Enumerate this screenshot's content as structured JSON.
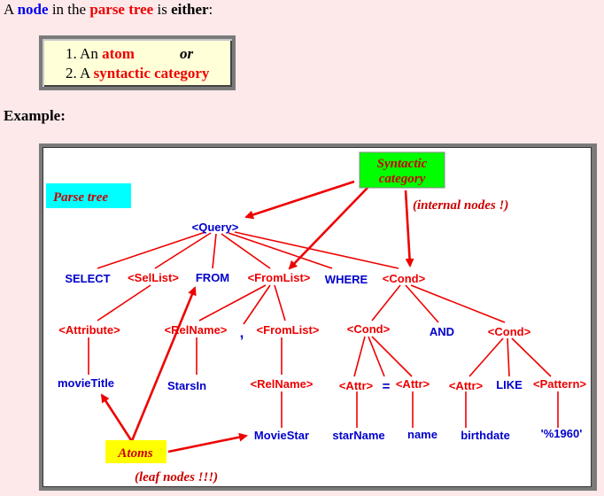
{
  "intro": {
    "prefix": "A ",
    "node": "node",
    "mid1": " in the ",
    "parse_tree": "parse tree",
    "mid2": " is ",
    "either": "either",
    "suffix": ":"
  },
  "definition": {
    "item1_num": "1. An ",
    "item1_term": "atom",
    "or": "or",
    "item2_num": "2. A ",
    "item2_term": "syntactic category"
  },
  "example_label": "Example:",
  "callouts": {
    "parse_tree": "Parse tree",
    "syntactic_line1": "Syntactic",
    "syntactic_line2": "category",
    "internal_nodes": "(internal nodes !)",
    "atoms": "Atoms",
    "leaf_nodes": "(leaf nodes !!!)"
  },
  "tree": {
    "query": "<Query>",
    "select": "SELECT",
    "sellist": "<SelList>",
    "from": "FROM",
    "fromlist": "<FromList>",
    "where": "WHERE",
    "cond": "<Cond>",
    "attribute": "<Attribute>",
    "relname": "<RelName>",
    "comma": ",",
    "fromlist2": "<FromList>",
    "cond_left": "<Cond>",
    "and": "AND",
    "cond_right": "<Cond>",
    "movietitle": "movieTitle",
    "starsin": "StarsIn",
    "relname2": "<RelName>",
    "attr1": "<Attr>",
    "equals": "=",
    "attr2": "<Attr>",
    "attr3": "<Attr>",
    "like": "LIKE",
    "pattern": "<Pattern>",
    "moviestar": "MovieStar",
    "starname": "starName",
    "name": "name",
    "birthdate": "birthdate",
    "year": "'%1960'"
  },
  "colors": {
    "background": "#fde9ea",
    "atom": "#0000cc",
    "category": "#ee0000",
    "parse_tree_box": "#00ffff",
    "syntactic_box": "#00ff00",
    "atoms_box": "#ffff00"
  }
}
